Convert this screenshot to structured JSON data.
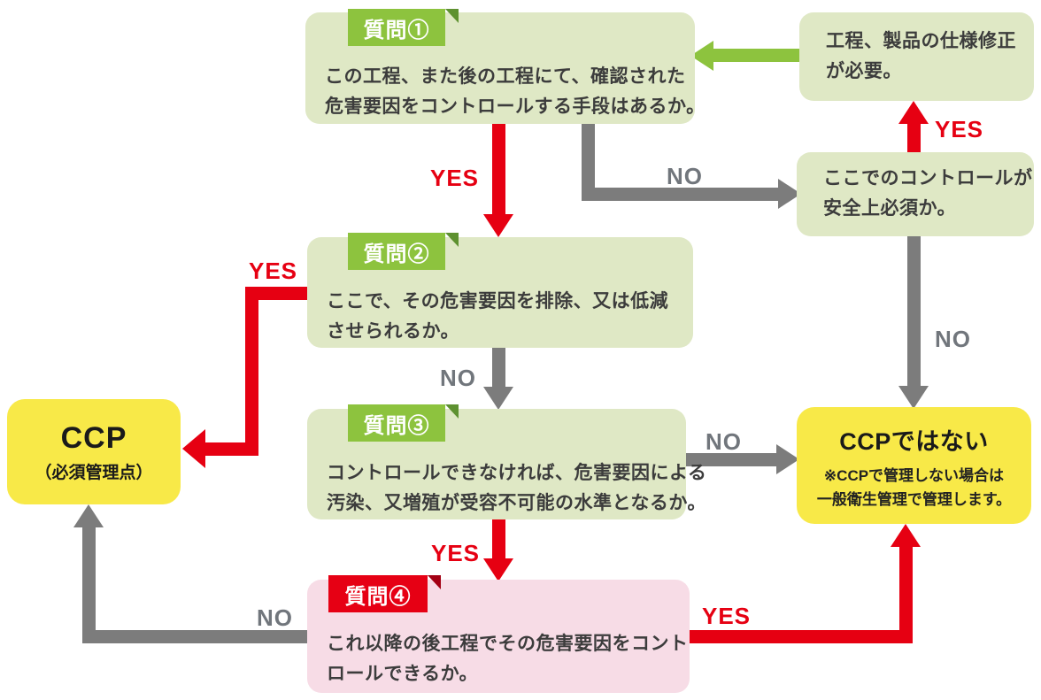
{
  "diagram": {
    "q1": {
      "badge": "質問①",
      "line1": "この工程、また後の工程にて、確認された",
      "line2": "危害要因をコントロールする手段はあるか。"
    },
    "q2": {
      "badge": "質問②",
      "line1": "ここで、その危害要因を排除、又は低減",
      "line2": "させられるか。"
    },
    "q3": {
      "badge": "質問③",
      "line1": "コントロールできなければ、危害要因による",
      "line2": "汚染、又増殖が受容不可能の水準となるか。"
    },
    "q4": {
      "badge": "質問④",
      "line1": "これ以降の後工程でその危害要因をコント",
      "line2": "ロールできるか。"
    },
    "modify": {
      "line1": "工程、製品の仕様修正",
      "line2": "が必要。"
    },
    "control": {
      "line1": "ここでのコントロールが",
      "line2": "安全上必須か。"
    },
    "ccp": {
      "title": "CCP",
      "subtitle": "（必須管理点）"
    },
    "not_ccp": {
      "title": "CCPではない",
      "note1": "※CCPで管理しない場合は",
      "note2": "一般衛生管理で管理します。"
    }
  },
  "labels": {
    "yes": "YES",
    "no": "NO"
  },
  "edges": [
    {
      "from": "q1",
      "to": "q2",
      "label": "YES",
      "color": "red"
    },
    {
      "from": "q1",
      "to": "control",
      "label": "NO",
      "color": "gray"
    },
    {
      "from": "control",
      "to": "modify",
      "label": "YES",
      "color": "red"
    },
    {
      "from": "modify",
      "to": "q1",
      "label": "",
      "color": "green"
    },
    {
      "from": "control",
      "to": "not_ccp",
      "label": "NO",
      "color": "gray"
    },
    {
      "from": "q2",
      "to": "ccp",
      "label": "YES",
      "color": "red"
    },
    {
      "from": "q2",
      "to": "q3",
      "label": "NO",
      "color": "gray"
    },
    {
      "from": "q3",
      "to": "not_ccp",
      "label": "NO",
      "color": "gray"
    },
    {
      "from": "q3",
      "to": "q4",
      "label": "YES",
      "color": "red"
    },
    {
      "from": "q4",
      "to": "ccp",
      "label": "NO",
      "color": "gray"
    },
    {
      "from": "q4",
      "to": "not_ccp",
      "label": "YES",
      "color": "red"
    }
  ],
  "colors": {
    "box_green": "#dfe8c5",
    "badge_green": "#8dc33e",
    "badge_green_fold": "#5e9130",
    "box_pink": "#f7dce6",
    "badge_red": "#e60014",
    "badge_red_fold": "#a30014",
    "box_yellow": "#f8e948",
    "arrow_red": "#e60012",
    "arrow_gray": "#7c7c7c",
    "arrow_green": "#8dc33e",
    "yes_text": "#e60012",
    "no_text": "#71767c"
  }
}
